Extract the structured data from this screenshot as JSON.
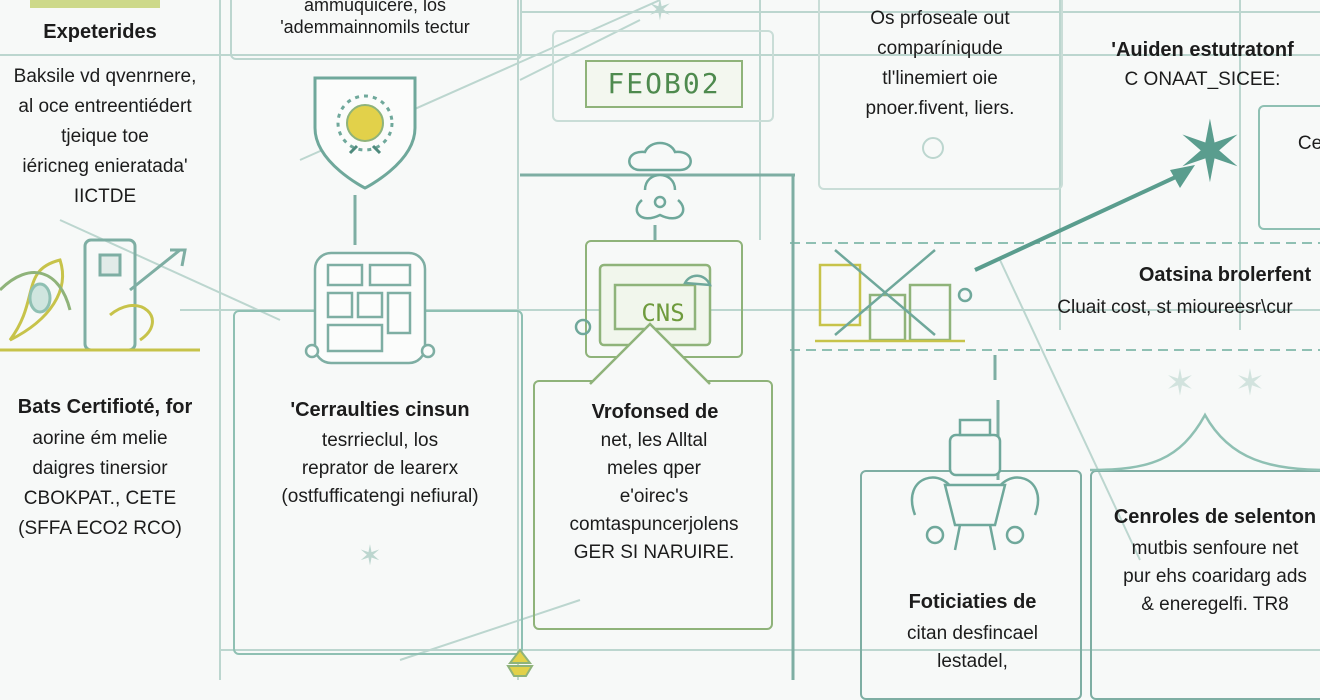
{
  "col1": {
    "top_title": "Expeterides",
    "para_lines": [
      "Baksile vd qvenrnere,",
      "al oce entreentiédert",
      "tjeique toe",
      "iéricneg enieratada'",
      "IICTDE"
    ],
    "title2": "Bats Certifioté, for",
    "lines2": [
      "aorine ém melie",
      "daigres tinersior",
      "CBOKPAT., CETE",
      "(SFFA ECO2 RCO)"
    ]
  },
  "col2": {
    "top_lines": [
      "ammuquicere, los",
      "'ademmainnomils tectur"
    ],
    "title": "'Cerraulties cinsun",
    "lines": [
      "tesrrieclul, los",
      "reprator de learerx",
      "(ostfufficatengi nefiural)"
    ]
  },
  "col3": {
    "badge": "FEOB02",
    "chip_label": "CNS",
    "title": "Vrofonsed de",
    "lines": [
      "net, les Alltal",
      "meles qper",
      "e'oirec's",
      "comtaspuncerjolens",
      "GER SI NARUIRE."
    ]
  },
  "col4": {
    "top_lines": [
      "Os prfoseale out",
      "comparíniqude",
      "tl'linemiert oie",
      "pnoer.fivent, liers."
    ],
    "bottom_title": "Foticiaties de",
    "bottom_lines": [
      "citan desfincael",
      "lestadel,"
    ]
  },
  "col5": {
    "title1": "'Auiden estutratonf",
    "sub1": "C ONAAT_SICEE:",
    "box_text": "Ce",
    "title2": "Oatsina brolerfent",
    "sub2": "Cluait cost, st mioureesr\\cur",
    "title3": "Cenroles de selenton",
    "lines3": [
      "mutbis senfoure net",
      "pur ehs coaridarg ads",
      "& eneregelfi. TR8"
    ]
  },
  "colors": {
    "teal": "#6fa89b",
    "green": "#8fb37a",
    "yellow": "#e2d14a"
  }
}
